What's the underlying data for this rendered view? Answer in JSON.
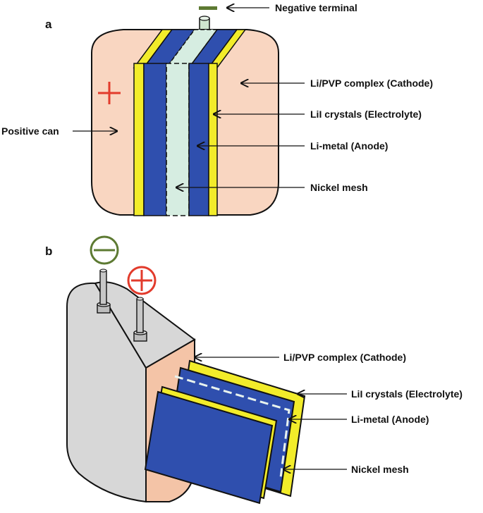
{
  "panels": {
    "a": "a",
    "b": "b"
  },
  "panel_a": {
    "negative_terminal": "Negative terminal",
    "cathode": "Li/PVP complex (Cathode)",
    "electrolyte": "LiI crystals (Electrolyte)",
    "anode": "Li-metal (Anode)",
    "positive_can": "Positive can",
    "nickel_mesh": "Nickel mesh"
  },
  "panel_b": {
    "cathode": "Li/PVP complex (Cathode)",
    "electrolyte": "LiI crystals (Electrolyte)",
    "anode": "Li-metal (Anode)",
    "nickel_mesh": "Nickel mesh"
  },
  "colors": {
    "cathode": "#f9d6c1",
    "electrolyte": "#f2ec2a",
    "anode": "#2f4fae",
    "nickel_mesh": "#d6ede1",
    "can_gray": "#d7d7d7",
    "negative": "#5d7a32",
    "positive": "#e23b2c"
  }
}
